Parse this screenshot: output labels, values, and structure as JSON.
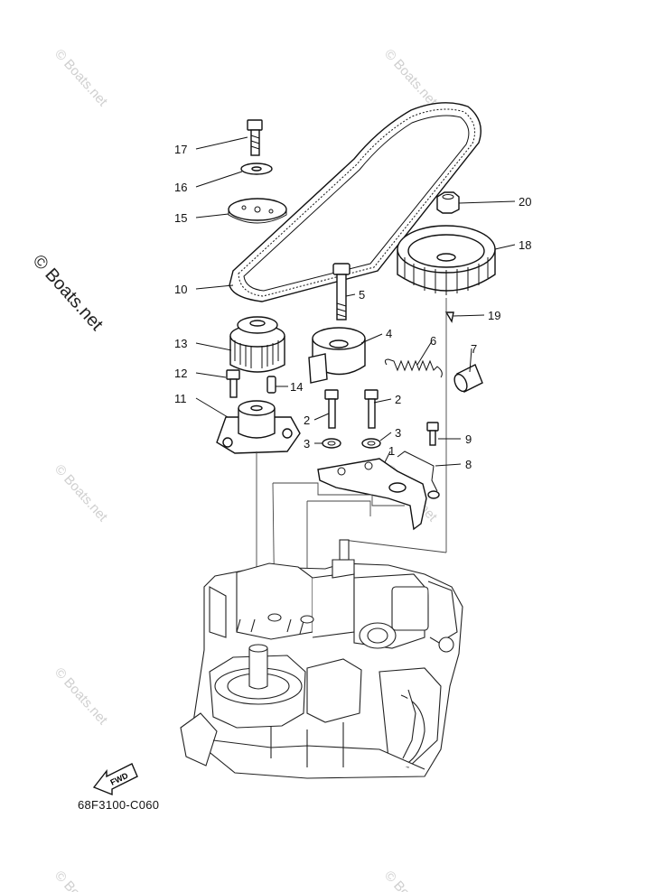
{
  "diagram": {
    "part_code": "68F3100-C060",
    "watermark": "© Boats.net",
    "watermark_small": "© Boats.net",
    "fwd_label": "FWD",
    "callouts": {
      "c1": "1",
      "c2a": "2",
      "c2b": "2",
      "c3a": "3",
      "c3b": "3",
      "c4": "4",
      "c5": "5",
      "c6": "6",
      "c7": "7",
      "c8": "8",
      "c9": "9",
      "c10": "10",
      "c11": "11",
      "c12": "12",
      "c13": "13",
      "c14": "14",
      "c15": "15",
      "c16": "16",
      "c17": "17",
      "c18": "18",
      "c19": "19",
      "c20": "20"
    }
  }
}
